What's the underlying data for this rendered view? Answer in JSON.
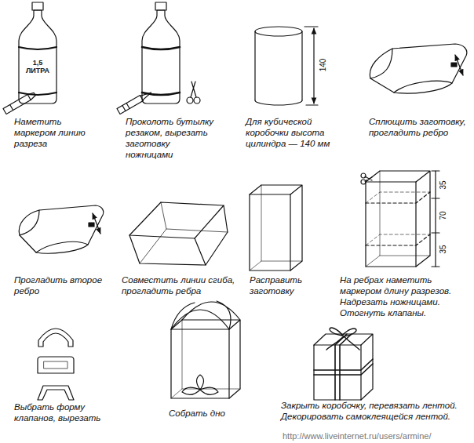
{
  "diagram": {
    "labels": [
      "1,5 ЛИТРА",
      "Наметить маркером линию разреза",
      "Проколоть бутылку резаком, вырезать заготовку ножницами",
      "140",
      "Для кубической коробочки высота цилиндра — 140 мм",
      "Сплющить заготовку, прогладить ребро",
      "Прогладить второе ребро",
      "Совместить линии сгиба, прогладить ребра",
      "Расправить заготовку",
      "35",
      "70",
      "35",
      "На ребрах наметить маркером длину разрезов. Надрезать ножницами. Отогнуть клапаны.",
      "Выбрать форму клапанов, вырезать",
      "Собрать дно",
      "Закрыть коробочку, перевязать лентой. Декорировать самоклеящейся лентой.",
      "http://www.liveinternet.ru/users/armine/"
    ]
  }
}
